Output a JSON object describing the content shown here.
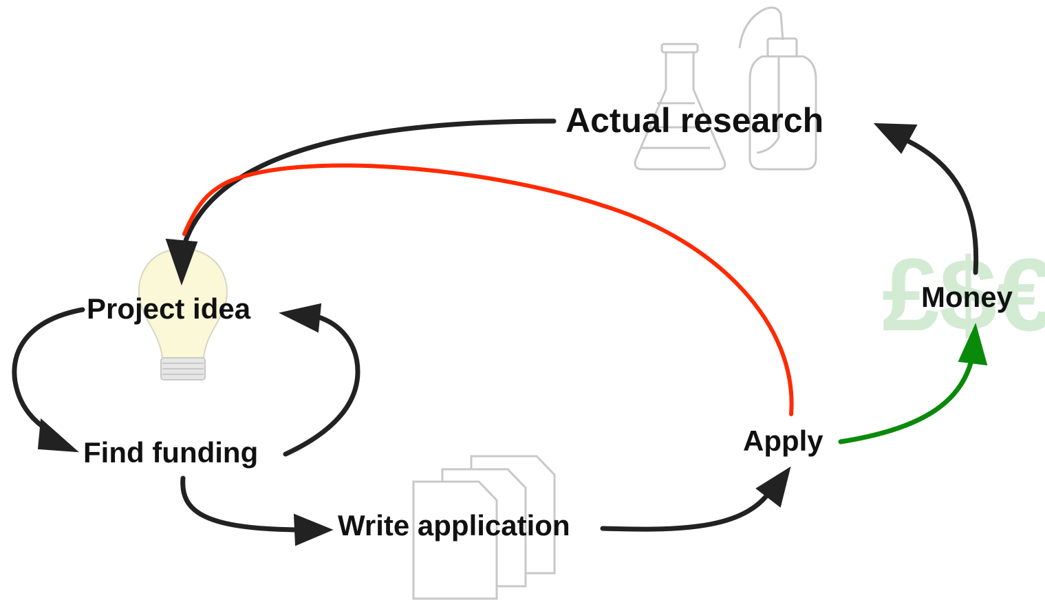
{
  "nodes": {
    "actual_research": "Actual research",
    "project_idea": "Project idea",
    "find_funding": "Find funding",
    "write_application": "Write application",
    "apply": "Apply",
    "money": "Money"
  },
  "currency_watermark": "£$€",
  "icons": [
    "lightbulb-icon",
    "flask-icon",
    "wash-bottle-icon",
    "documents-icon",
    "currency-icon"
  ],
  "colors": {
    "arrow": "#222222",
    "failure_arrow": "#ff2a00",
    "success_arrow": "#0a8a0a",
    "icon_outline": "#c8c8c8",
    "bulb_fill": "#fbf8d8",
    "currency": "#cfe8cf"
  },
  "edges": [
    {
      "from": "project_idea",
      "to": "find_funding"
    },
    {
      "from": "find_funding",
      "to": "project_idea"
    },
    {
      "from": "find_funding",
      "to": "write_application"
    },
    {
      "from": "write_application",
      "to": "apply"
    },
    {
      "from": "apply",
      "to": "project_idea",
      "color": "failure_arrow"
    },
    {
      "from": "apply",
      "to": "money",
      "color": "success_arrow"
    },
    {
      "from": "money",
      "to": "actual_research"
    },
    {
      "from": "actual_research",
      "to": "project_idea"
    }
  ]
}
